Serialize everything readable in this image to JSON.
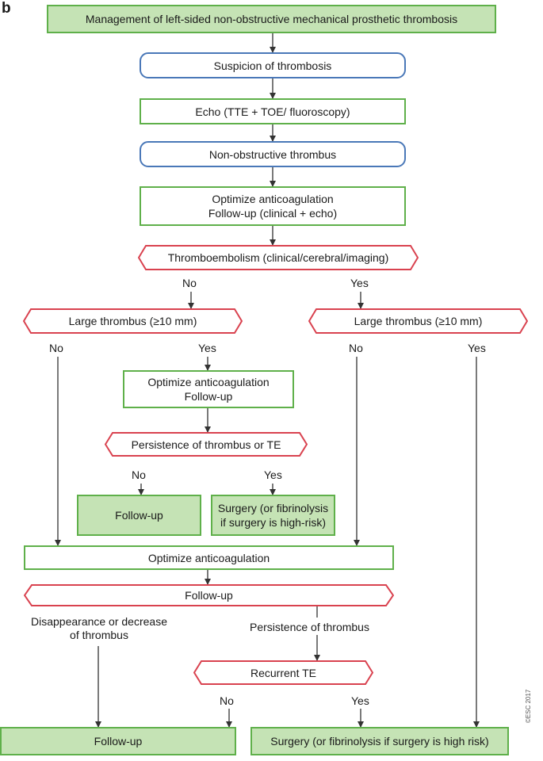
{
  "figure_letter": "b",
  "copyright": "©ESC 2017",
  "nodes": {
    "title": "Management of left-sided non-obstructive mechanical prosthetic thrombosis",
    "suspicion": "Suspicion of thrombosis",
    "echo": "Echo (TTE + TOE/ fluoroscopy)",
    "non_obstructive": "Non-obstructive thrombus",
    "optimize_followup": [
      "Optimize anticoagulation",
      "Follow-up (clinical + echo)"
    ],
    "thromboembolism": "Thromboembolism (clinical/cerebral/imaging)",
    "large_thrombus_left": "Large thrombus (≥10 mm)",
    "large_thrombus_right": "Large thrombus (≥10 mm)",
    "optimize_followup_2": [
      "Optimize anticoagulation",
      "Follow-up"
    ],
    "persistence_te": "Persistence of thrombus or TE",
    "followup_small": "Follow-up",
    "surgery_small": [
      "Surgery (or fibrinolysis",
      "if surgery is high-risk)"
    ],
    "optimize_anticoag": "Optimize anticoagulation",
    "followup_wide": "Follow-up",
    "recurrent_te": "Recurrent TE",
    "followup_final": "Follow-up",
    "surgery_final": "Surgery (or fibrinolysis if surgery is high risk)"
  },
  "labels": {
    "te_no": "No",
    "te_yes": "Yes",
    "lt_left_no": "No",
    "lt_left_yes": "Yes",
    "lt_right_no": "No",
    "lt_right_yes": "Yes",
    "persist_no": "No",
    "persist_yes": "Yes",
    "disappearance": [
      "Disappearance or decrease",
      "of thrombus"
    ],
    "persistence_thrombus": "Persistence of thrombus",
    "recurrent_no": "No",
    "recurrent_yes": "Yes"
  },
  "colors": {
    "green_fill": "#c5e3b5",
    "green_border": "#5fb04a",
    "blue_border": "#4a78b8",
    "red_border": "#d9424f",
    "line": "#333333"
  }
}
